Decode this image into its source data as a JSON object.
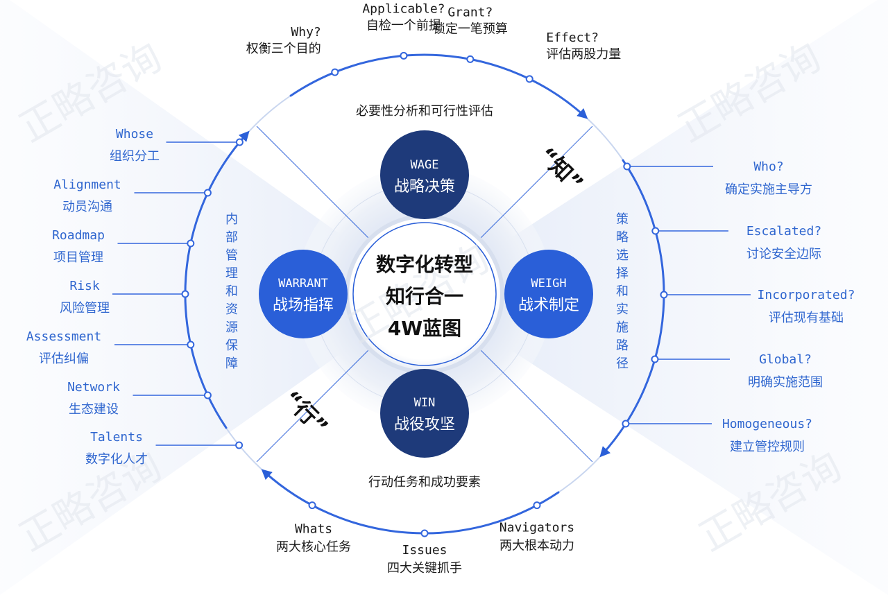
{
  "colors": {
    "navy": "#1e3a7a",
    "blue": "#2a5fd8",
    "label_blue": "#2f66cf",
    "ring": "#3366dd",
    "text": "#1a1a1a",
    "watermark": "#e4e8ef"
  },
  "watermark": {
    "text": "正略咨询"
  },
  "center": {
    "line1": "数字化转型",
    "line2": "知行合一",
    "line3": "4W蓝图"
  },
  "quadrants": {
    "top": {
      "en": "WAGE",
      "zh": "战略决策"
    },
    "right": {
      "en": "WEIGH",
      "zh": "战术制定"
    },
    "bottom": {
      "en": "WIN",
      "zh": "战役攻坚"
    },
    "left": {
      "en": "WARRANT",
      "zh": "战场指挥"
    }
  },
  "inner_labels": {
    "top": "必要性分析和可行性评估",
    "right": "策略选择和实施路径",
    "bottom": "行动任务和成功要素",
    "left": "内部管理和资源保障"
  },
  "quotes": {
    "zhi": "“知”",
    "xing": "“行”"
  },
  "top_items": [
    {
      "en": "Why?",
      "zh": "权衡三个目的"
    },
    {
      "en": "Applicable?",
      "zh": "自检一个前提"
    },
    {
      "en": "Grant?",
      "zh": "锁定一笔预算"
    },
    {
      "en": "Effect?",
      "zh": "评估两股力量"
    }
  ],
  "right_items": [
    {
      "en": "Who?",
      "zh": "确定实施主导方"
    },
    {
      "en": "Escalated?",
      "zh": "讨论安全边际"
    },
    {
      "en": "Incorporated?",
      "zh": "评估现有基础"
    },
    {
      "en": "Global?",
      "zh": "明确实施范围"
    },
    {
      "en": "Homogeneous?",
      "zh": "建立管控规则"
    }
  ],
  "bottom_items": [
    {
      "en": "Whats",
      "zh": "两大核心任务"
    },
    {
      "en": "Issues",
      "zh": "四大关键抓手"
    },
    {
      "en": "Navigators",
      "zh": "两大根本动力"
    }
  ],
  "left_items": [
    {
      "en": "Whose",
      "zh": "组织分工"
    },
    {
      "en": "Alignment",
      "zh": "动员沟通"
    },
    {
      "en": "Roadmap",
      "zh": "项目管理"
    },
    {
      "en": "Risk",
      "zh": "风险管理"
    },
    {
      "en": "Assessment",
      "zh": "评估纠偏"
    },
    {
      "en": "Network",
      "zh": "生态建设"
    },
    {
      "en": "Talents",
      "zh": "数字化人才"
    }
  ]
}
